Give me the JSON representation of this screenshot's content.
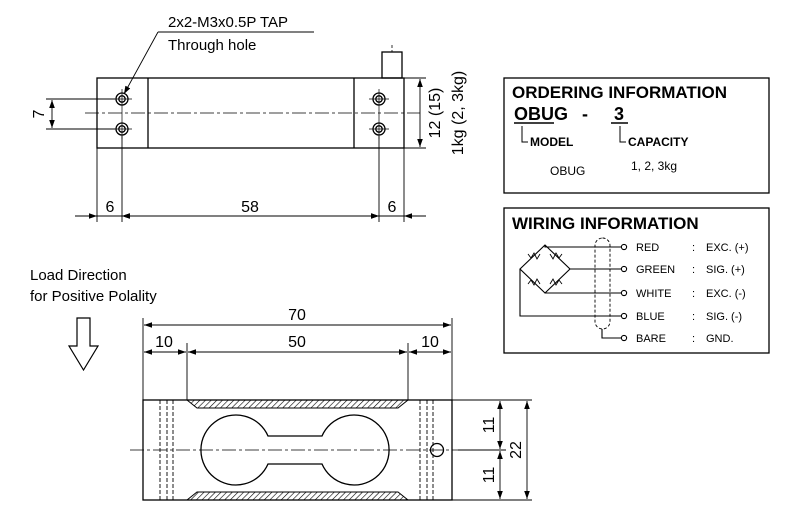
{
  "top_view": {
    "tap_note_line1": "2x2-M3x0.5P TAP",
    "tap_note_line2": "Through hole",
    "dim_hole_pitch": "7",
    "dim_left": "6",
    "dim_center": "58",
    "dim_right": "6",
    "dim_height": "12 (15)",
    "dim_capacity": "1kg (2, 3kg)"
  },
  "ordering": {
    "title": "ORDERING INFORMATION",
    "model_code": "OBUG",
    "separator": "-",
    "capacity_code": "3",
    "model_label": "MODEL",
    "capacity_label": "CAPACITY",
    "model_value": "OBUG",
    "capacity_value": "1, 2, 3kg"
  },
  "wiring": {
    "title": "WIRING INFORMATION",
    "wires": [
      {
        "color": "RED",
        "sep": ":",
        "signal": "EXC. (+)"
      },
      {
        "color": "GREEN",
        "sep": ":",
        "signal": "SIG. (+)"
      },
      {
        "color": "WHITE",
        "sep": ":",
        "signal": "EXC. (-)"
      },
      {
        "color": "BLUE",
        "sep": ":",
        "signal": "SIG. (-)"
      },
      {
        "color": "BARE",
        "sep": ":",
        "signal": "GND."
      }
    ]
  },
  "load": {
    "line1": "Load Direction",
    "line2": "for Positive Polality"
  },
  "side_view": {
    "dim_total": "70",
    "dim_left": "10",
    "dim_center": "50",
    "dim_right": "10",
    "dim_upper_half": "11",
    "dim_lower_half": "11",
    "dim_height": "22"
  }
}
